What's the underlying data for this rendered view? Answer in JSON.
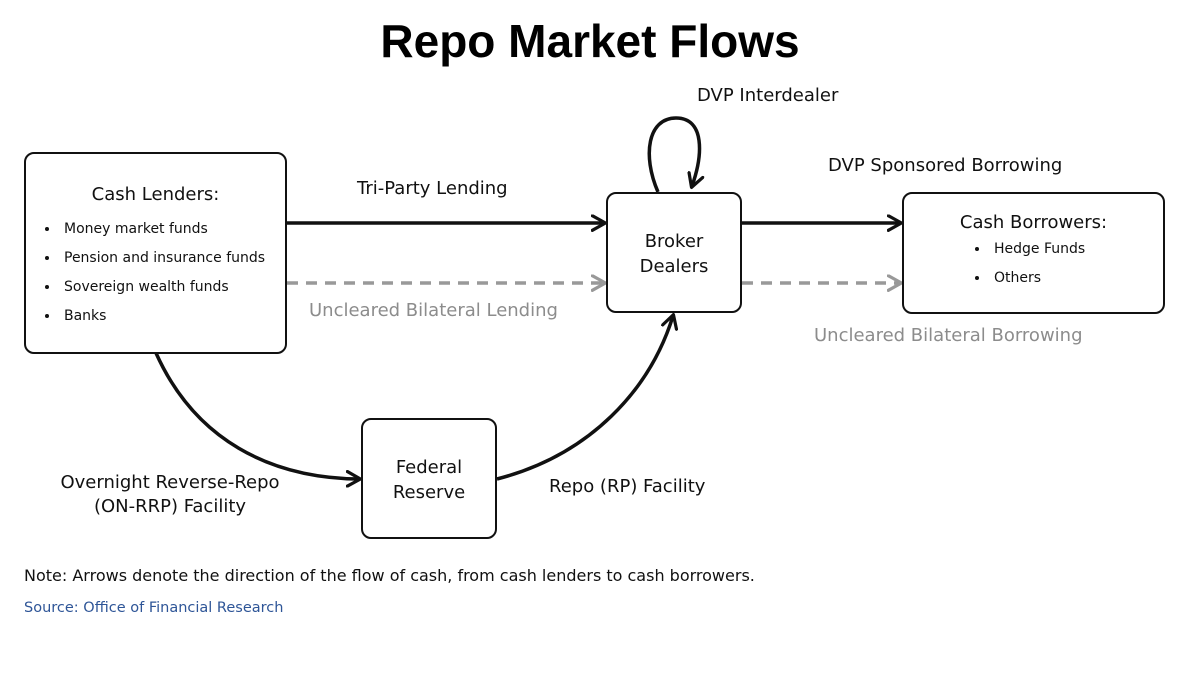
{
  "title": "Repo Market Flows",
  "nodes": {
    "cash_lenders": {
      "title": "Cash Lenders:",
      "items": [
        "Money market funds",
        "Pension and insurance funds",
        "Sovereign wealth funds",
        "Banks"
      ]
    },
    "broker_dealers": {
      "line1": "Broker",
      "line2": "Dealers"
    },
    "cash_borrowers": {
      "title": "Cash Borrowers:",
      "items": [
        "Hedge Funds",
        "Others"
      ]
    },
    "federal_reserve": {
      "line1": "Federal",
      "line2": "Reserve"
    }
  },
  "flows": {
    "tri_party": "Tri-Party Lending",
    "uncleared_lending": "Uncleared Bilateral Lending",
    "dvp_interdealer": "DVP Interdealer",
    "dvp_sponsored": "DVP Sponsored Borrowing",
    "uncleared_borrowing": "Uncleared Bilateral Borrowing",
    "on_rrp_line1": "Overnight Reverse-Repo",
    "on_rrp_line2": "(ON-RRP) Facility",
    "repo_facility": "Repo (RP) Facility"
  },
  "note": "Note: Arrows denote the direction of the flow of cash, from cash lenders to cash borrowers.",
  "source": "Source: Office of Financial Research",
  "colors": {
    "solid_arrow": "#111111",
    "dashed_arrow": "#999999",
    "source_text": "#2e5597"
  }
}
